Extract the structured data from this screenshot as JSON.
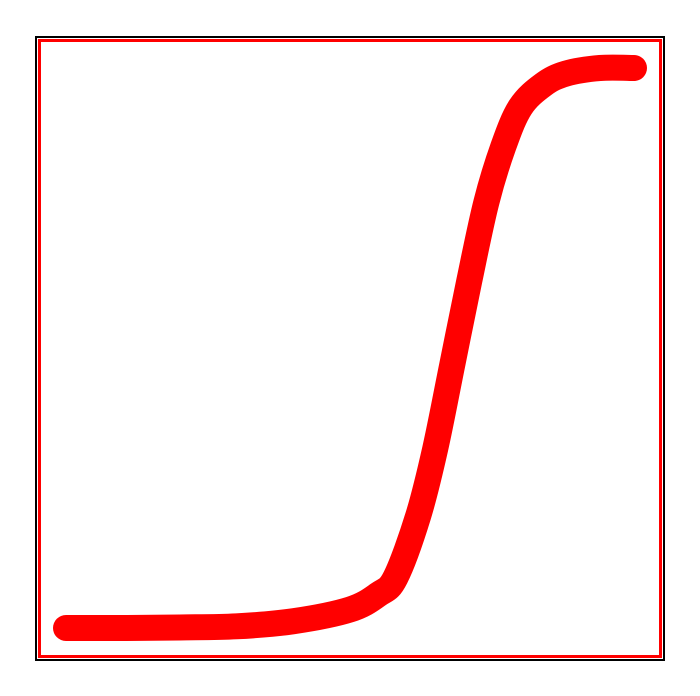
{
  "chart_data": {
    "type": "line",
    "title": "",
    "xlabel": "",
    "ylabel": "",
    "grid": false,
    "legend": "none",
    "colors": {
      "frame_outer": "#000000",
      "frame_inner": "#ff0000",
      "line": "#ff0000",
      "background": "#ffffff"
    },
    "xlim": [
      0,
      1
    ],
    "ylim": [
      0,
      1
    ],
    "series": [
      {
        "points": [
          {
            "x": 0.0,
            "y": 0.0
          },
          {
            "x": 0.1,
            "y": 0.0
          },
          {
            "x": 0.2,
            "y": 0.001
          },
          {
            "x": 0.3,
            "y": 0.003
          },
          {
            "x": 0.4,
            "y": 0.012
          },
          {
            "x": 0.5,
            "y": 0.033
          },
          {
            "x": 0.55,
            "y": 0.06
          },
          {
            "x": 0.58,
            "y": 0.09
          },
          {
            "x": 0.62,
            "y": 0.2
          },
          {
            "x": 0.65,
            "y": 0.32
          },
          {
            "x": 0.68,
            "y": 0.47
          },
          {
            "x": 0.71,
            "y": 0.62
          },
          {
            "x": 0.74,
            "y": 0.76
          },
          {
            "x": 0.77,
            "y": 0.86
          },
          {
            "x": 0.8,
            "y": 0.93
          },
          {
            "x": 0.84,
            "y": 0.97
          },
          {
            "x": 0.88,
            "y": 0.99
          },
          {
            "x": 0.94,
            "y": 1.0
          },
          {
            "x": 1.0,
            "y": 1.0
          }
        ]
      }
    ]
  }
}
